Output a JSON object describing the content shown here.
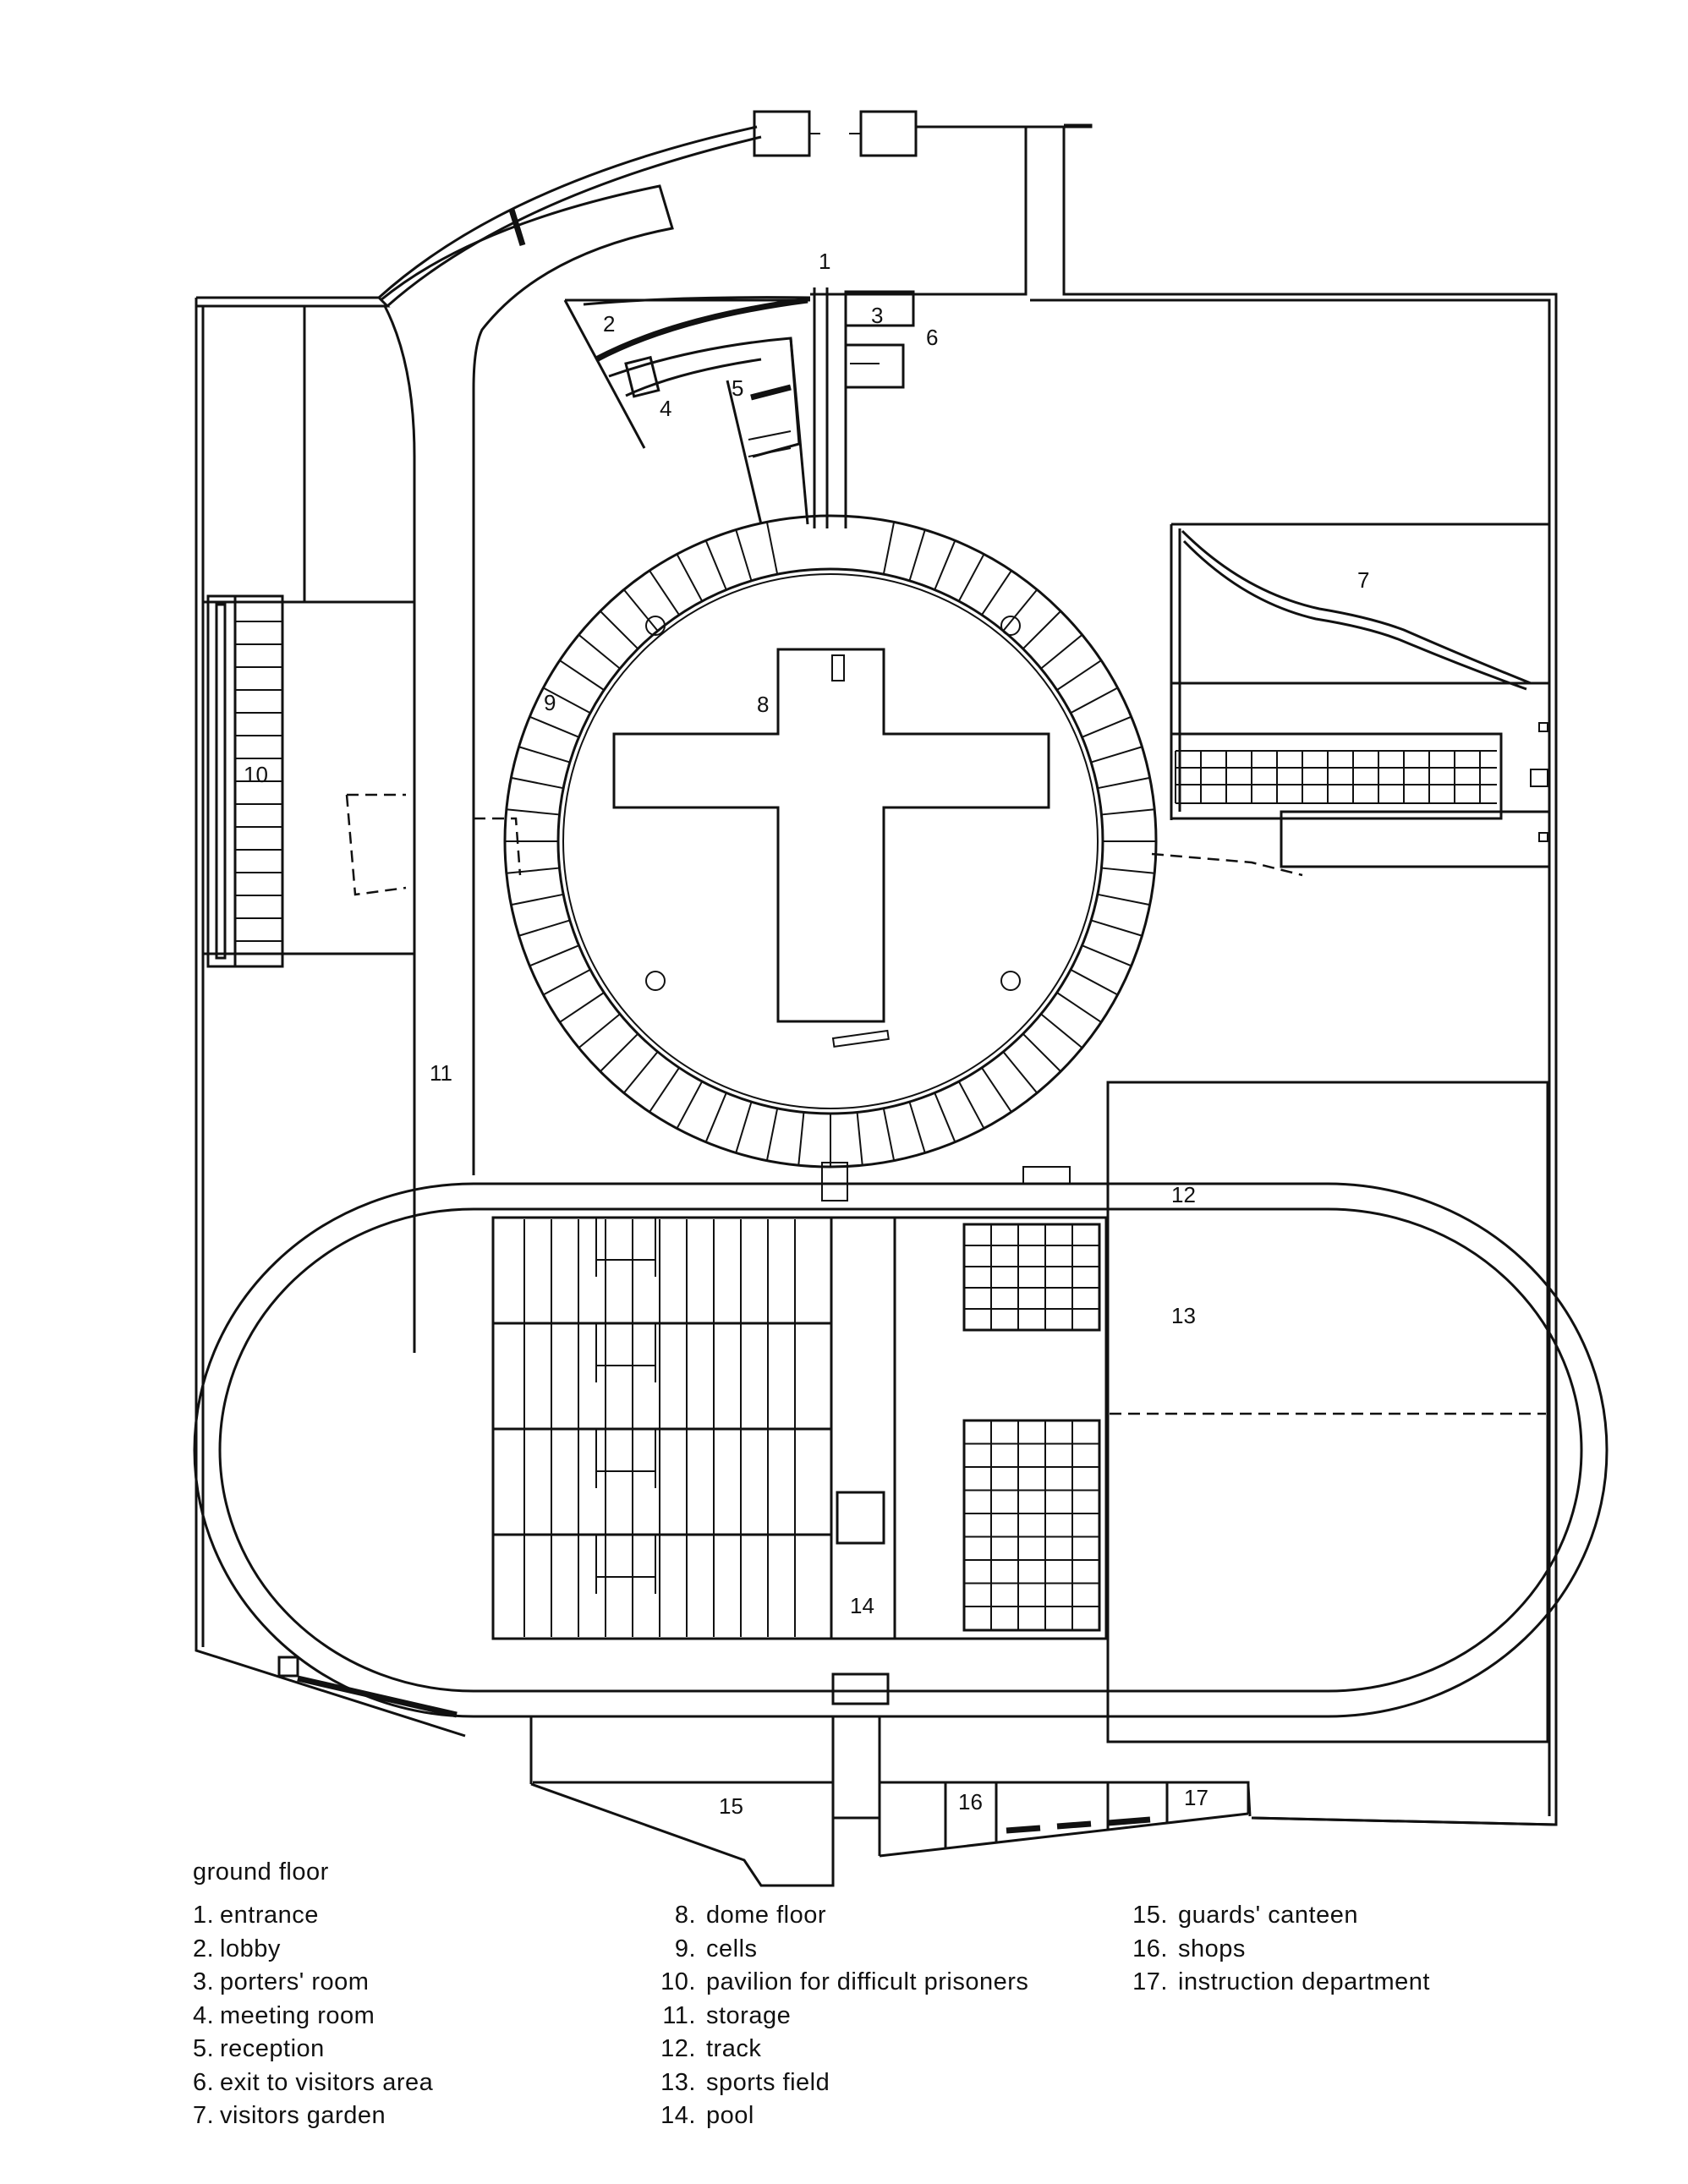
{
  "caption": "ground floor",
  "plan_labels": {
    "l1": "1",
    "l2": "2",
    "l3": "3",
    "l4": "4",
    "l5": "5",
    "l6": "6",
    "l7": "7",
    "l8": "8",
    "l9": "9",
    "l10": "10",
    "l11": "11",
    "l12": "12",
    "l13": "13",
    "l14": "14",
    "l15": "15",
    "l16": "16",
    "l17": "17"
  },
  "legend": {
    "col1": [
      {
        "num": "1.",
        "text": "entrance"
      },
      {
        "num": "2.",
        "text": "lobby"
      },
      {
        "num": "3.",
        "text": "porters' room"
      },
      {
        "num": "4.",
        "text": "meeting room"
      },
      {
        "num": "5.",
        "text": "reception"
      },
      {
        "num": "6.",
        "text": "exit to visitors area"
      },
      {
        "num": "7.",
        "text": "visitors garden"
      }
    ],
    "col2": [
      {
        "num": "8.",
        "text": "dome floor"
      },
      {
        "num": "9.",
        "text": "cells"
      },
      {
        "num": "10.",
        "text": "pavilion for difficult prisoners"
      },
      {
        "num": "11.",
        "text": "storage"
      },
      {
        "num": "12.",
        "text": "track"
      },
      {
        "num": "13.",
        "text": "sports field"
      },
      {
        "num": "14.",
        "text": "pool"
      }
    ],
    "col3": [
      {
        "num": "15.",
        "text": "guards' canteen"
      },
      {
        "num": "16.",
        "text": "shops"
      },
      {
        "num": "17.",
        "text": "instruction department"
      }
    ]
  }
}
